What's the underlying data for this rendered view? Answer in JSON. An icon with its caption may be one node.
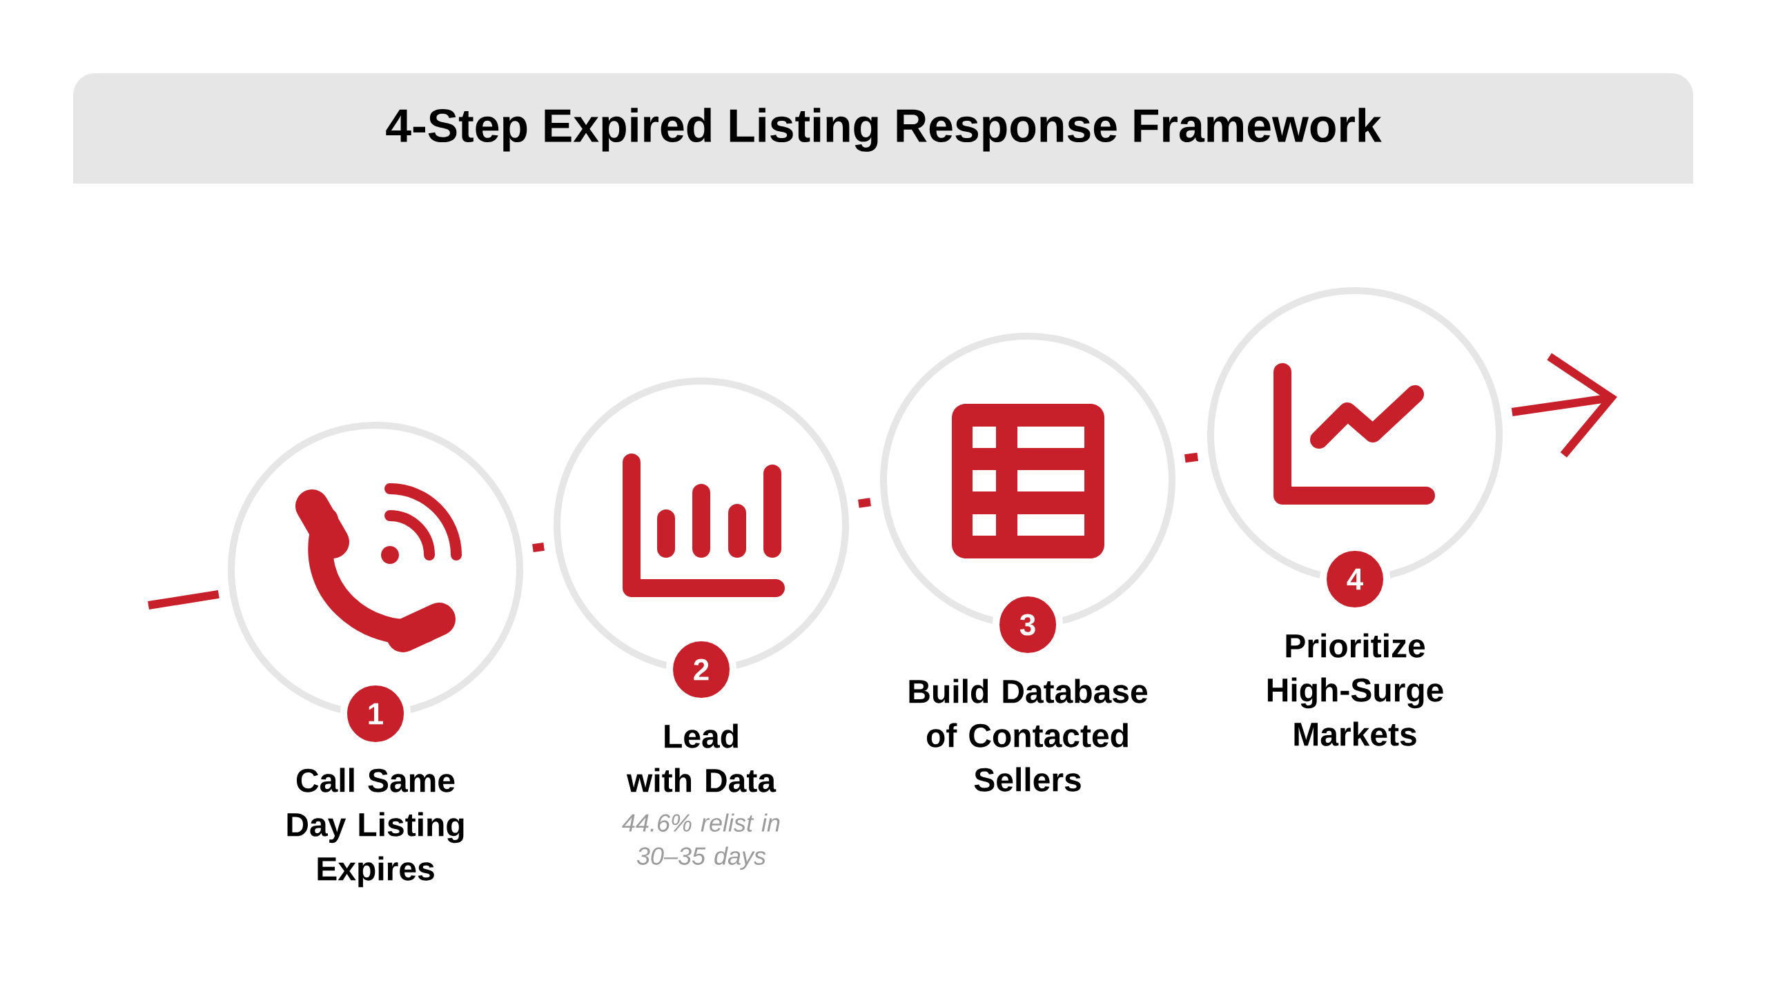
{
  "diagram": {
    "title": "4-Step Expired Listing Response Framework",
    "nodes": [
      {
        "text": [
          "1",
          "Call Same Day Listing Expires"
        ]
      },
      {
        "text": [
          "2",
          "Lead with Data",
          "44.6% relist in 30–35 days"
        ]
      },
      {
        "text": [
          "3",
          "Build Database of Contacted Sellers"
        ]
      },
      {
        "text": [
          "4",
          "Prioritize High-Surge Markets"
        ]
      }
    ],
    "edges": [
      {
        "from": null,
        "to": 0,
        "arrow": "none"
      },
      {
        "from": 0,
        "to": 1,
        "arrow": "none"
      },
      {
        "from": 1,
        "to": 2,
        "arrow": "none"
      },
      {
        "from": 2,
        "to": 3,
        "arrow": "none"
      },
      {
        "from": 3,
        "to": null,
        "arrow": "to"
      }
    ]
  }
}
